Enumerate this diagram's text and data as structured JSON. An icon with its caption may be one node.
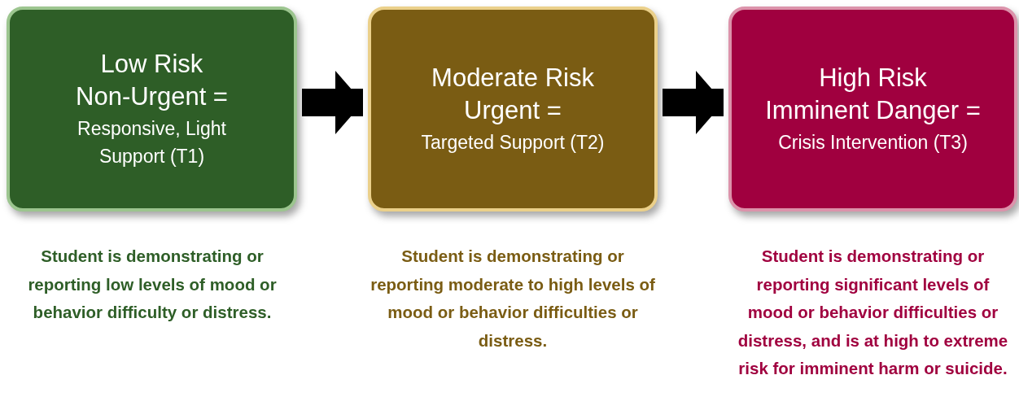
{
  "diagram": {
    "nodes": [
      {
        "text": [
          "Low Risk",
          "Non-Urgent =",
          "Responsive, Light Support (T1)"
        ],
        "beside": [
          "Student is demonstrating or reporting low levels of mood or behavior difficulty or distress."
        ]
      },
      {
        "text": [
          "Moderate Risk",
          "Urgent =",
          "Targeted Support (T2)"
        ],
        "beside": [
          "Student is demonstrating or reporting moderate to high levels of mood or behavior difficulties or distress."
        ]
      },
      {
        "text": [
          "High Risk",
          "Imminent Danger =",
          "Crisis Intervention (T3)"
        ],
        "beside": [
          "Student is demonstrating or reporting significant levels of mood or behavior difficulties or distress, and is at high to extreme risk for imminent harm or suicide."
        ]
      }
    ],
    "edges": [
      {
        "from": 0,
        "to": 1,
        "arrow": "to"
      },
      {
        "from": 1,
        "to": 2,
        "arrow": "to"
      }
    ]
  }
}
